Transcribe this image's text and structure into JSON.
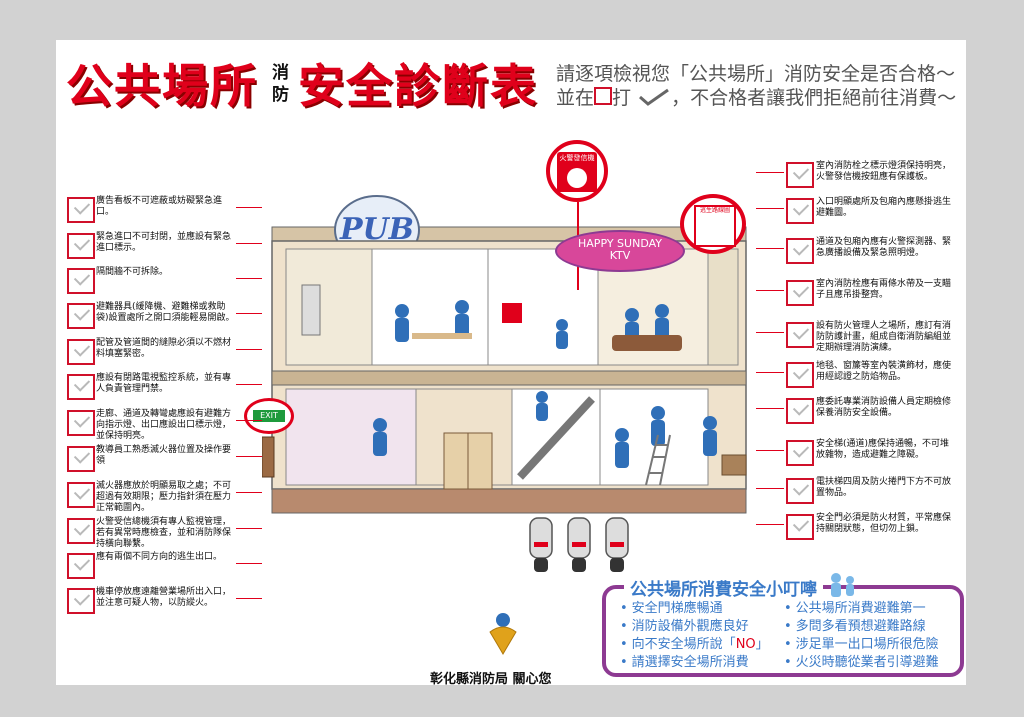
{
  "title": {
    "part1": "公共場所",
    "small": "消防",
    "part2": "安全診斷表",
    "instruction_line1": "請逐項檢視您「公共場所」消防安全是否合格～",
    "instruction_line2_a": "並在",
    "instruction_line2_b": "打",
    "instruction_line2_c": "，不合格者讓我們拒絕前往消費～"
  },
  "left_items": [
    "廣告看板不可遮蔽或妨礙緊急進口。",
    "緊急進口不可封閉，並應設有緊急進口標示。",
    "隔間牆不可拆除。",
    "避難器具(緩降機、避難梯或救助袋)設置處所之開口須能輕易開啟。",
    "配管及管道間的縫隙必須以不燃材料填塞緊密。",
    "應設有閉路電視監控系統，並有專人負責管理門禁。",
    "走廊、通道及轉彎處應設有避難方向指示燈、出口應設出口標示燈，並保持明亮。",
    "教導員工熟悉滅火器位置及操作要領",
    "滅火器應放於明顯易取之處；不可超過有效期限；壓力指針須在壓力正常範圍內。",
    "火警受信總機須有專人監視管理，若有異常時應檢查，並和消防隊保持橫向聯繫。",
    "應有兩個不同方向的逃生出口。",
    "機車停放應遠離營業場所出入口，並注意可疑人物，以防縱火。"
  ],
  "right_items": [
    "室內消防栓之標示燈須保持明亮，火警發信機按鈕應有保護板。",
    "入口明顯處所及包廂內應懸掛逃生避難圖。",
    "通道及包廂內應有火警探測器、緊急廣播設備及緊急照明燈。",
    "室內消防栓應有兩條水帶及一支瞄子且應吊掛整齊。",
    "設有防火管理人之場所，應訂有消防防護計畫，組成自衛消防編組並定期辦理消防演練。",
    "地毯、窗簾等室內裝潢飾材，應使用經認證之防焰物品。",
    "應委託專業消防設備人員定期檢修保養消防安全設備。",
    "安全梯(通道)應保持通暢，不可堆放雜物，造成避難之障礙。",
    "電扶梯四周及防火捲門下方不可放置物品。",
    "安全門必須是防火材質，平常應保持關閉狀態，但切勿上鎖。"
  ],
  "illustration": {
    "pub_sign": "PUB",
    "ktv_sign_line1": "HAPPY SUNDAY",
    "ktv_sign_line2": "KTV",
    "fire_alarm_label": "火警發信機",
    "evac_map_label": "逃生路線圖",
    "exit_sign_label": "EXIT"
  },
  "tips": {
    "title": "公共場所消費安全小叮嚀",
    "left": [
      "安全門梯應暢通",
      "消防設備外觀應良好",
      "向不安全場所說「NO」",
      "請選擇安全場所消費"
    ],
    "right": [
      "公共場所消費避難第一",
      "多問多看預想避難路線",
      "涉足單一出口場所很危險",
      "火災時聽從業者引導避難"
    ]
  },
  "footer": "彰化縣消防局  關心您",
  "colors": {
    "accent_red": "#e0001b",
    "tips_purple": "#8d3a92",
    "tips_blue": "#3a7ac8"
  }
}
